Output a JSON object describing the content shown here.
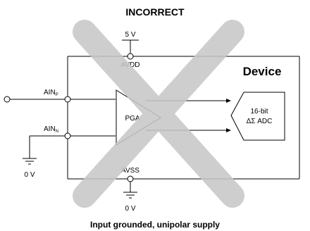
{
  "title": "INCORRECT",
  "caption": "Input grounded, unipolar supply",
  "device_label": "Device",
  "supply": {
    "top_voltage": "5 V",
    "top_pin": "AVDD",
    "bottom_pin": "AVSS",
    "bottom_ground": "0 V"
  },
  "inputs": {
    "p_pin": "AIN",
    "p_sub": "P",
    "n_pin": "AIN",
    "n_sub": "N",
    "n_ground": "0 V"
  },
  "pga_label": "PGA",
  "adc": {
    "line1": "16-bit",
    "line2": "ΔΣ ADC"
  },
  "overlay": {
    "symbol": "cross",
    "color": "#c8c8c8"
  },
  "colors": {
    "line": "#000000",
    "background": "#ffffff"
  }
}
